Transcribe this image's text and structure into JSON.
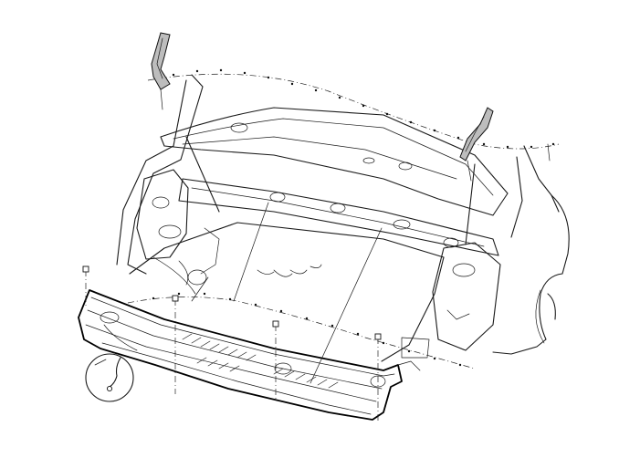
{
  "diagram": {
    "type": "exploded-view illustration",
    "parts": [
      {
        "name": "cowl-top-cover",
        "shading": "none"
      },
      {
        "name": "hood-weatherstrip-left",
        "shading": "gray"
      },
      {
        "name": "hood-weatherstrip-right",
        "shading": "gray"
      },
      {
        "name": "cowl-mounting-clips",
        "count": 4
      },
      {
        "name": "washer-hose",
        "callout": "circle-detail"
      }
    ],
    "text_labels": []
  }
}
